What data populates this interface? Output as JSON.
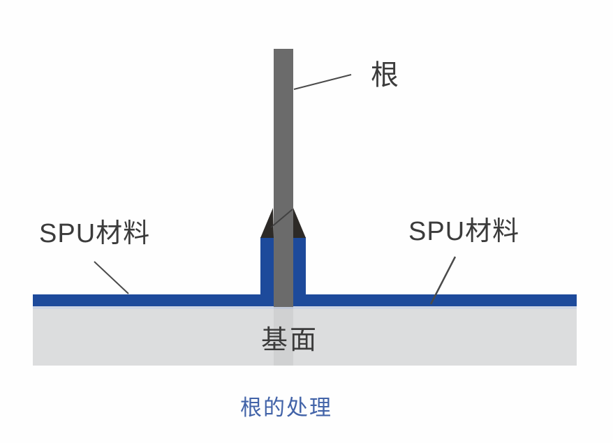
{
  "diagram": {
    "caption": "根的处理",
    "pipe_label": "根",
    "spu_left_label": "SPU材料",
    "spu_right_label": "SPU材料",
    "base_label": "基面",
    "colors": {
      "background": "#fefefe",
      "spu_blue": "#1d4a9b",
      "pipe_gray": "#6b6b6b",
      "sealant_dark": "#2d2a27",
      "base_gray": "#dcddde",
      "band_edge_light": "#ccd4e4",
      "label_text": "#3b3b3b",
      "caption_blue": "#4263a8",
      "leader_line": "#4a4a4a"
    }
  }
}
